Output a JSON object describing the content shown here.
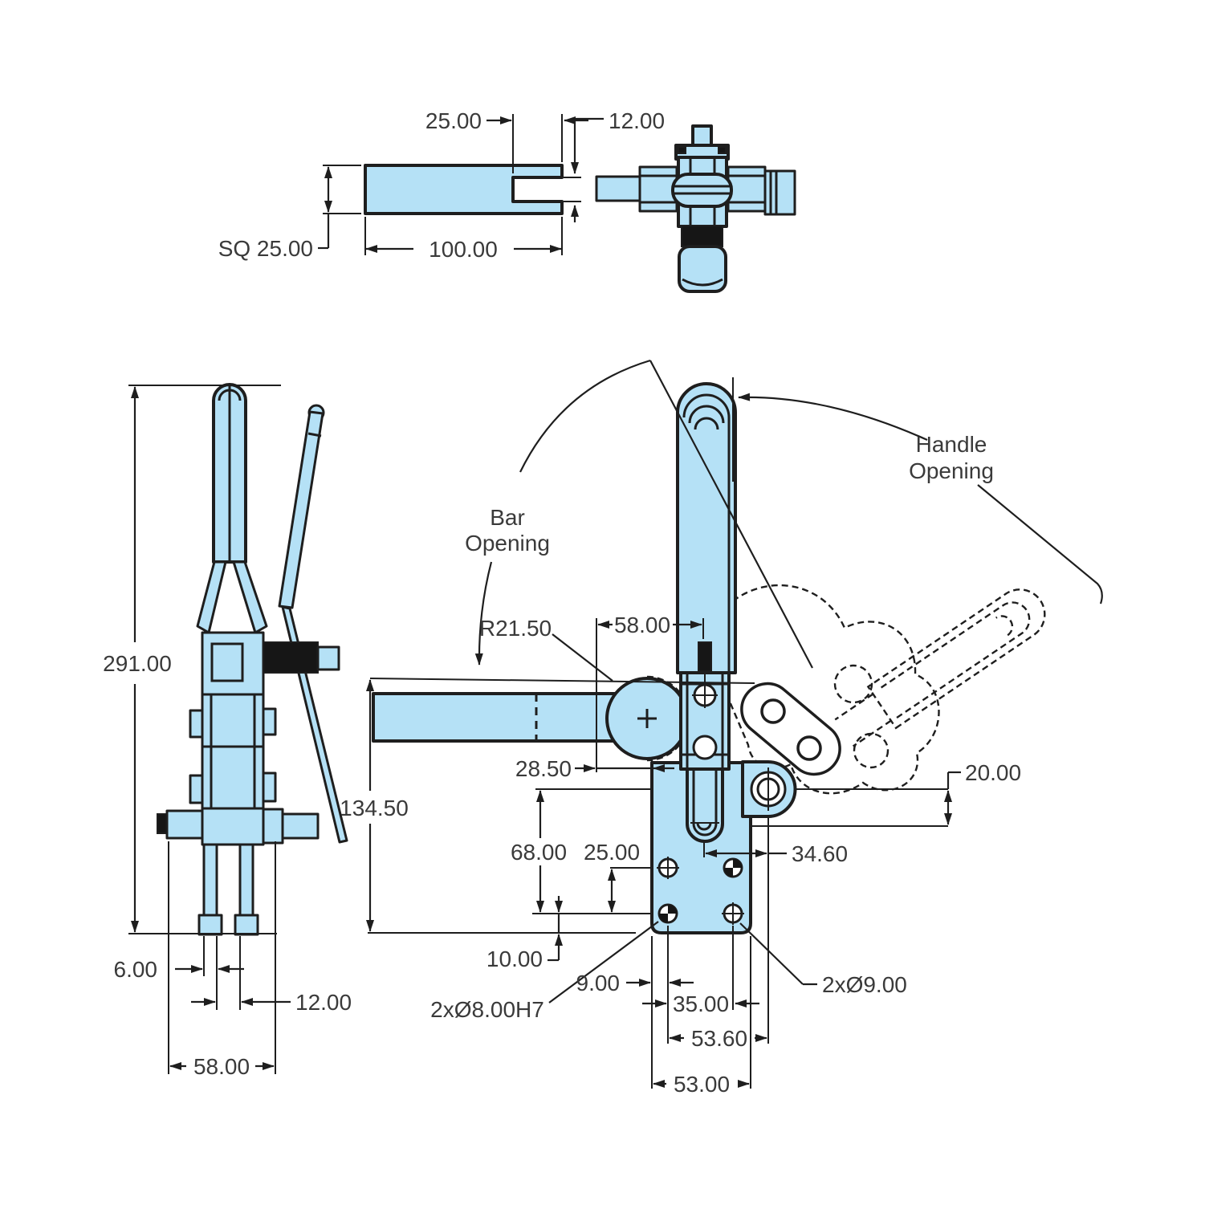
{
  "drawing_type": "engineering-drawing",
  "subject": "vertical toggle clamp, three orthographic views with dimensions",
  "colors": {
    "part_fill": "#B5E1F6",
    "line": "#1E1E1E",
    "text": "#3A3A3A",
    "background": "#FFFFFF"
  },
  "detail_view": {
    "dims": {
      "slot_depth": "25.00",
      "slot_width": "12.00",
      "bar_length": "100.00",
      "bar_square": "SQ 25.00"
    }
  },
  "side_view": {
    "dims": {
      "overall_height": "291.00",
      "foot_width": "6.00",
      "fork_gap": "12.00",
      "base_width": "58.00"
    }
  },
  "front_view": {
    "labels": {
      "bar_opening_line1": "Bar",
      "bar_opening_line2": "Opening",
      "handle_opening_line1": "Handle",
      "handle_opening_line2": "Opening"
    },
    "dims": {
      "boss_radius": "R21.50",
      "bar_to_spindle": "58.00",
      "bar_to_base": "28.50",
      "overall_height": "134.50",
      "pivot_to_holes": "68.00",
      "hole_row_spacing": "25.00",
      "pivot_drop": "20.00",
      "slot_to_pivot": "34.60",
      "base_foot": "10.00",
      "dowel_holes": "2xØ8.00H7",
      "edge_to_hole": "9.00",
      "clearance_holes": "2xØ9.00",
      "hole_spacing_h": "35.00",
      "hole_to_pivot_h": "53.60",
      "base_width": "53.00"
    }
  }
}
